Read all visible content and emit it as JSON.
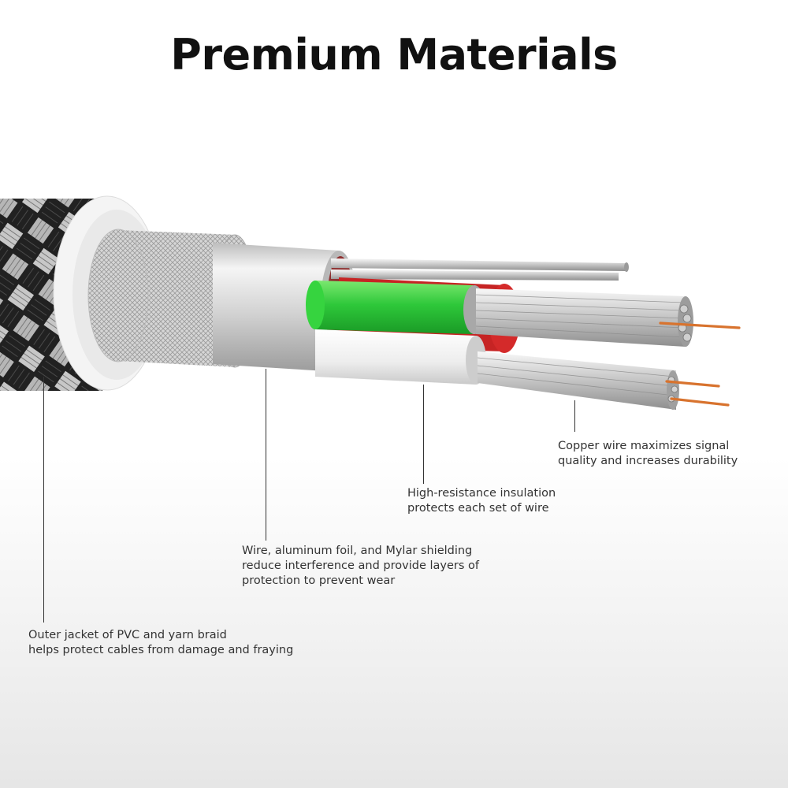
{
  "title": "Premium Materials",
  "captions": {
    "jacket": "Outer jacket of PVC and yarn braid\nhelps protect cables from damage and fraying",
    "shielding": "Wire, aluminum foil, and Mylar shielding\nreduce interference and provide layers of\nprotection to prevent wear",
    "insulation": "High-resistance insulation\nprotects each set of wire",
    "copper": "Copper wire maximizes signal\nquality and increases durability"
  },
  "colors": {
    "braid_dark": "#2a2a2a",
    "braid_light": "#d8d8d8",
    "insulator_green": "#2ec83a",
    "insulator_red": "#d42a2a",
    "insulator_white": "#f2f2f2",
    "copper": "#d8732e",
    "silver": "#c9c9c9"
  }
}
